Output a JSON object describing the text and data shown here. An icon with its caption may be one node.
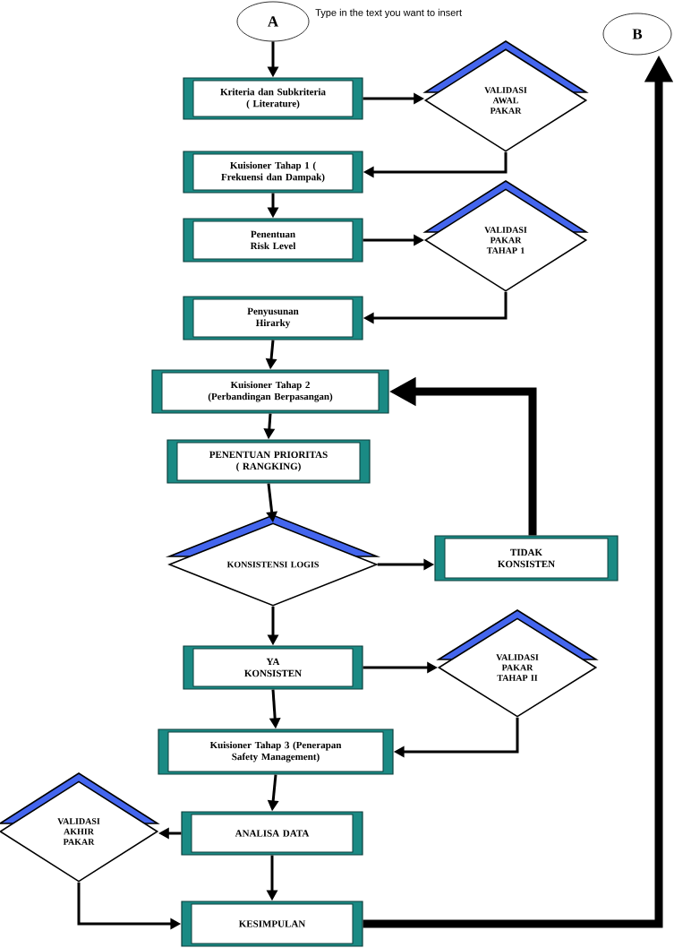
{
  "diagram": {
    "nodes": [
      {
        "text": [
          "A"
        ]
      },
      {
        "text": [
          "Kriteria dan Subkriteria ( Literature)"
        ]
      },
      {
        "text": [
          "VALIDASI AWAL PAKAR"
        ]
      },
      {
        "text": [
          "Kuisioner Tahap 1 ( Frekuensi dan Dampak)"
        ]
      },
      {
        "text": [
          "Penentuan Risk Level"
        ]
      },
      {
        "text": [
          "VALIDASI PAKAR TAHAP 1"
        ]
      },
      {
        "text": [
          "Penyusunan Hirarky"
        ]
      },
      {
        "text": [
          "Kuisioner Tahap 2 (Perbandingan Berpasangan)"
        ]
      },
      {
        "text": [
          "PENENTUAN PRIORITAS ( RANGKING)"
        ]
      },
      {
        "text": [
          "KONSISTENSI LOGIS"
        ]
      },
      {
        "text": [
          "TIDAK KONSISTEN"
        ]
      },
      {
        "text": [
          "YA KONSISTEN"
        ]
      },
      {
        "text": [
          "VALIDASI PAKAR TAHAP II"
        ]
      },
      {
        "text": [
          "Kuisioner Tahap 3 (Penerapan Safety Management)"
        ]
      },
      {
        "text": [
          "VALIDASI AKHIR PAKAR"
        ]
      },
      {
        "text": [
          "ANALISA DATA"
        ]
      },
      {
        "text": [
          "KESIMPULAN"
        ]
      },
      {
        "text": [
          "B"
        ]
      }
    ],
    "edges": [
      {
        "from": 0,
        "to": 1,
        "arrow": "to"
      },
      {
        "from": 1,
        "to": 2,
        "arrow": "to"
      },
      {
        "from": 2,
        "to": 3,
        "arrow": "to"
      },
      {
        "from": 3,
        "to": 4,
        "arrow": "to"
      },
      {
        "from": 4,
        "to": 5,
        "arrow": "to"
      },
      {
        "from": 5,
        "to": 6,
        "arrow": "to"
      },
      {
        "from": 6,
        "to": 7,
        "arrow": "to"
      },
      {
        "from": 7,
        "to": 8,
        "arrow": "to"
      },
      {
        "from": 8,
        "to": 9,
        "arrow": "to"
      },
      {
        "from": 9,
        "to": 10,
        "arrow": "to"
      },
      {
        "from": 10,
        "to": 7,
        "arrow": "to",
        "style": "thick"
      },
      {
        "from": 9,
        "to": 11,
        "arrow": "to"
      },
      {
        "from": 11,
        "to": 12,
        "arrow": "to"
      },
      {
        "from": 12,
        "to": 13,
        "arrow": "to"
      },
      {
        "from": 11,
        "to": 13,
        "arrow": "to"
      },
      {
        "from": 13,
        "to": 15,
        "arrow": "to"
      },
      {
        "from": 15,
        "to": 14,
        "arrow": "to"
      },
      {
        "from": 14,
        "to": 16,
        "arrow": "to"
      },
      {
        "from": 15,
        "to": 16,
        "arrow": "to"
      },
      {
        "from": 16,
        "to": 17,
        "arrow": "to",
        "style": "thick"
      }
    ],
    "labels": [
      "Type in the text you want to insert"
    ]
  }
}
